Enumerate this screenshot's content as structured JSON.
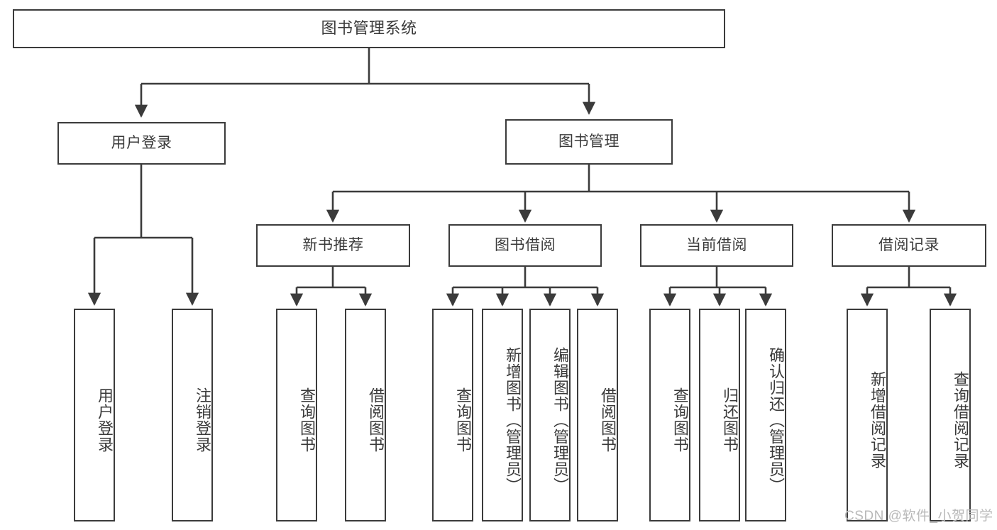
{
  "diagram": {
    "title": "图书管理系统",
    "type": "hierarchy-tree",
    "stroke_color": "#3b3b3b",
    "text_color": "#3a3a3a",
    "background_color": "#ffffff",
    "watermark_color": "#b9b9b9"
  },
  "nodes": {
    "root": {
      "label": "图书管理系统",
      "level": 0
    },
    "level1": [
      {
        "id": "user_login",
        "label": "用户登录"
      },
      {
        "id": "book_manage",
        "label": "图书管理"
      }
    ],
    "level2": [
      {
        "id": "new_book_rec",
        "label": "新书推荐",
        "parent": "book_manage"
      },
      {
        "id": "book_borrow",
        "label": "图书借阅",
        "parent": "book_manage"
      },
      {
        "id": "current_borrow",
        "label": "当前借阅",
        "parent": "book_manage"
      },
      {
        "id": "borrow_record",
        "label": "借阅记录",
        "parent": "book_manage"
      }
    ],
    "leaves": [
      {
        "id": "leaf_user_login",
        "label": "用户登录",
        "parent": "user_login"
      },
      {
        "id": "leaf_logout",
        "label": "注销登录",
        "parent": "user_login"
      },
      {
        "id": "leaf_query_book_1",
        "label": "查询图书",
        "parent": "new_book_rec"
      },
      {
        "id": "leaf_borrow_book_1",
        "label": "借阅图书",
        "parent": "new_book_rec"
      },
      {
        "id": "leaf_query_book_2",
        "label": "查询图书",
        "parent": "book_borrow"
      },
      {
        "id": "leaf_add_book",
        "label": "新增图书（管理员）",
        "parent": "book_borrow"
      },
      {
        "id": "leaf_edit_book",
        "label": "编辑图书（管理员）",
        "parent": "book_borrow"
      },
      {
        "id": "leaf_borrow_book_2",
        "label": "借阅图书",
        "parent": "book_borrow"
      },
      {
        "id": "leaf_query_book_3",
        "label": "查询图书",
        "parent": "current_borrow"
      },
      {
        "id": "leaf_return_book",
        "label": "归还图书",
        "parent": "current_borrow"
      },
      {
        "id": "leaf_confirm_return",
        "label": "确认归还（管理员）",
        "parent": "current_borrow"
      },
      {
        "id": "leaf_add_record",
        "label": "新增借阅记录",
        "parent": "borrow_record"
      },
      {
        "id": "leaf_query_record",
        "label": "查询借阅记录",
        "parent": "borrow_record"
      }
    ]
  },
  "watermark": {
    "text": "CSDN @软件_小贺同学"
  }
}
